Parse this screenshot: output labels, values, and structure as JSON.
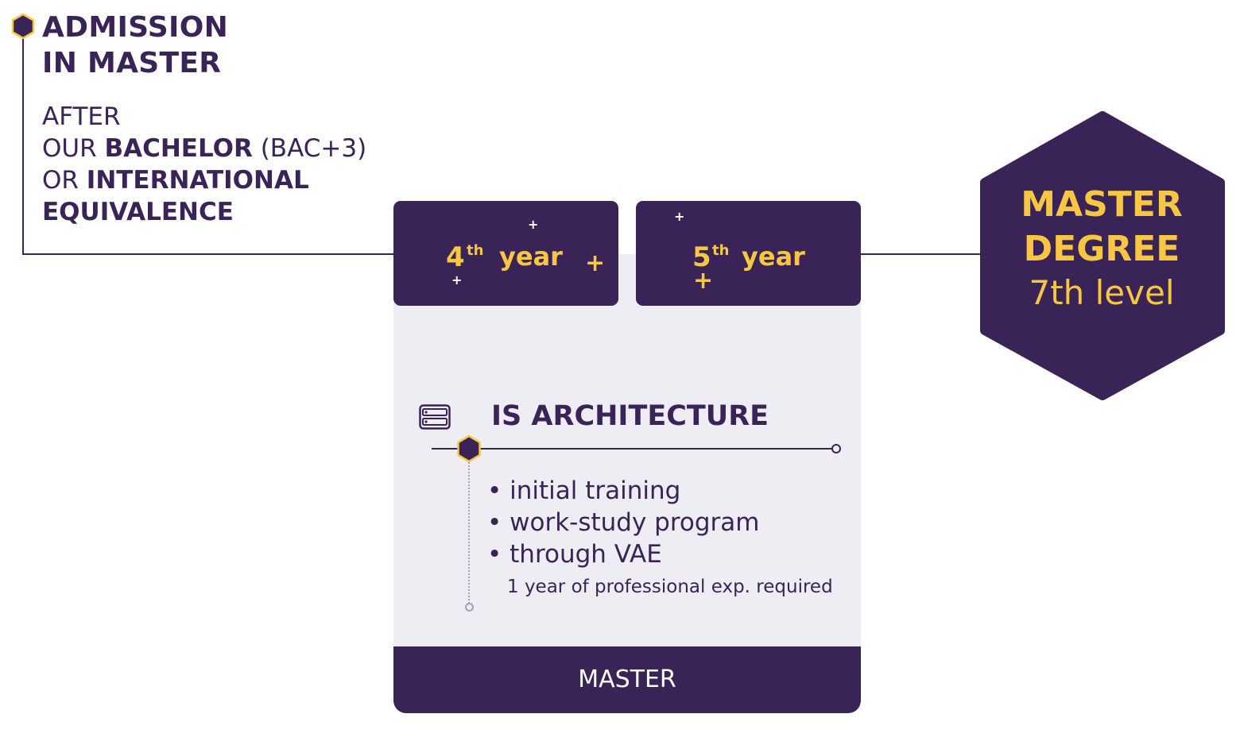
{
  "admission": {
    "title_line1": "ADMISSION",
    "title_line2": "IN MASTER",
    "line1": "AFTER",
    "line2_pre": "OUR ",
    "line2_bold": "BACHELOR",
    "line2_post": " (BAC+3)",
    "line3_pre": "OR ",
    "line3_bold": "INTERNATIONAL",
    "line4_bold": "EQUIVALENCE"
  },
  "years": [
    {
      "number": "4",
      "suffix": "th",
      "word": "year"
    },
    {
      "number": "5",
      "suffix": "th",
      "word": "year"
    }
  ],
  "plus_symbol": "+",
  "program": {
    "icon": "server-icon",
    "title": "IS ARCHITECTURE",
    "items": [
      "initial training",
      "work-study program",
      "through VAE"
    ],
    "note": "1 year of professional exp. required",
    "footer": "MASTER"
  },
  "degree": {
    "line1": "MASTER",
    "line2": "DEGREE",
    "line3": "7th level"
  },
  "colors": {
    "primary": "#3a2357",
    "accent": "#f7c744",
    "panel": "#efedf4",
    "text_light": "#ffffff"
  }
}
